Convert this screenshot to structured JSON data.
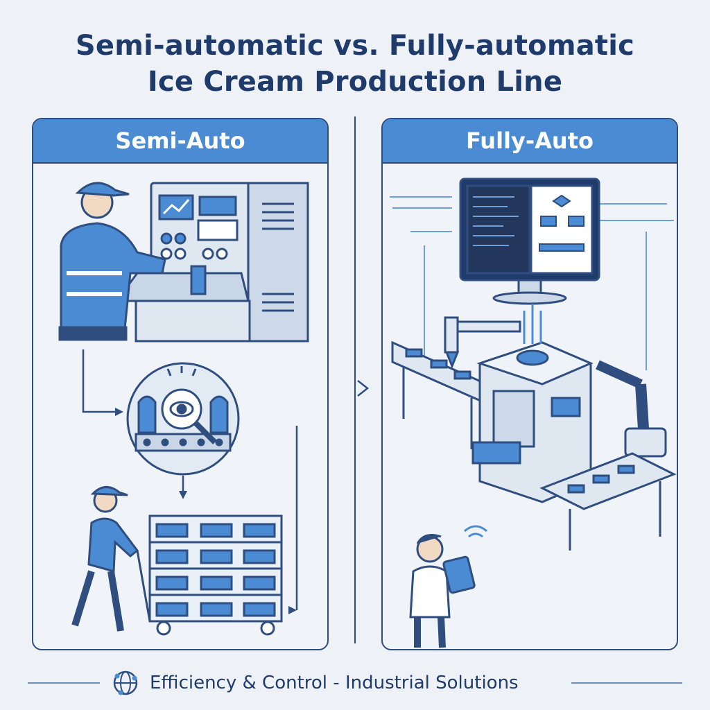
{
  "title": {
    "line1": "Semi-automatic vs. Fully-automatic",
    "line2": "Ice Cream Production Line"
  },
  "panels": {
    "semi": {
      "label": "Semi-Auto"
    },
    "fully": {
      "label": "Fully-Auto"
    }
  },
  "footer": {
    "text": "Efficiency & Control - Industrial Solutions"
  },
  "colors": {
    "accent": "#4a8bd3",
    "outline": "#2f4e7f",
    "title": "#1f3b6b",
    "background": "#eef2f7"
  }
}
